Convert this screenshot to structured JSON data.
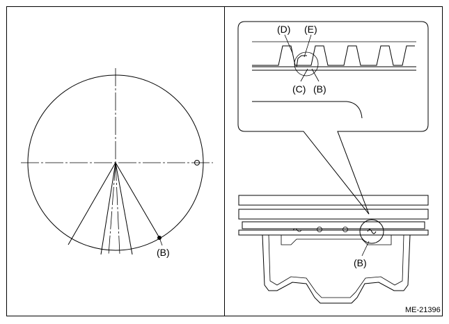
{
  "left_panel": {
    "label_b": "(B)"
  },
  "right_panel": {
    "callout": {
      "label_d": "(D)",
      "label_e": "(E)",
      "label_c": "(C)",
      "label_b": "(B)"
    },
    "label_b": "(B)"
  },
  "figure_code": "ME-21396"
}
